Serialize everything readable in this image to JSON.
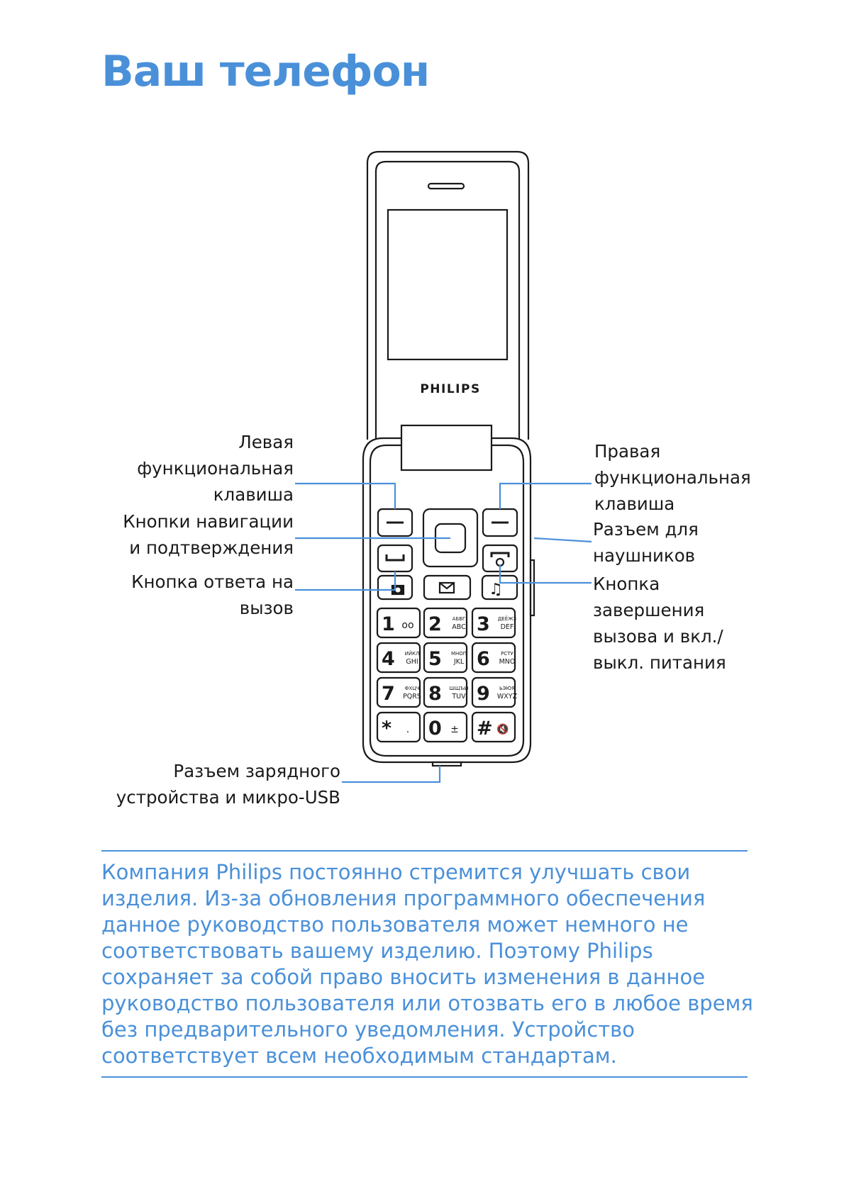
{
  "page": {
    "title": "Ваш телефон"
  },
  "phone": {
    "brand": "PHILIPS",
    "keys": [
      {
        "digit": "1",
        "sub": "",
        "lat": "",
        "extra": "oo"
      },
      {
        "digit": "2",
        "sub": "АБВГ",
        "lat": "ABC",
        "extra": ""
      },
      {
        "digit": "3",
        "sub": "ДЕЁЖЗ",
        "lat": "DEF",
        "extra": ""
      },
      {
        "digit": "4",
        "sub": "ИЙКЛ",
        "lat": "GHI",
        "extra": ""
      },
      {
        "digit": "5",
        "sub": "МНОП",
        "lat": "JKL",
        "extra": ""
      },
      {
        "digit": "6",
        "sub": "РСТУ",
        "lat": "MNO",
        "extra": ""
      },
      {
        "digit": "7",
        "sub": "ФХЦЧ",
        "lat": "PQRS",
        "extra": ""
      },
      {
        "digit": "8",
        "sub": "ШЩЪЫ",
        "lat": "TUV",
        "extra": ""
      },
      {
        "digit": "9",
        "sub": "ЬЭЮЯ",
        "lat": "WXYZ",
        "extra": ""
      },
      {
        "digit": "*",
        "sub": "",
        "lat": "",
        "extra": "."
      },
      {
        "digit": "0",
        "sub": "",
        "lat": "",
        "extra": "±"
      },
      {
        "digit": "#",
        "sub": "",
        "lat": "",
        "extra": "🔇"
      }
    ]
  },
  "labels": {
    "left_soft_key": "Левая\nфункциональная\nклавиша",
    "nav_keys": "Кнопки навигации\nи подтверждения",
    "call_key": "Кнопка ответа на\nвызов",
    "charger": "Разъем зарядного\nустройства и микро-USB",
    "right_soft_key": "Правая\nфункциональная\nклавиша",
    "headset": "Разъем для\nнаушников",
    "end_key": "Кнопка\nзавершения\nвызова и вкл./\nвыкл. питания"
  },
  "notice": "Компания Philips постоянно стремится улучшать свои изделия. Из-за обновления программного обеспечения данное руководство пользователя может немного не соответствовать вашему изделию. Поэтому Philips сохраняет за собой право вносить изменения в данное руководство пользователя или отозвать его в любое время без предварительного уведомления. Устройство соответствует всем необходимым стандартам.",
  "colors": {
    "accent": "#4a90d9",
    "line": "#1a1a1a"
  }
}
